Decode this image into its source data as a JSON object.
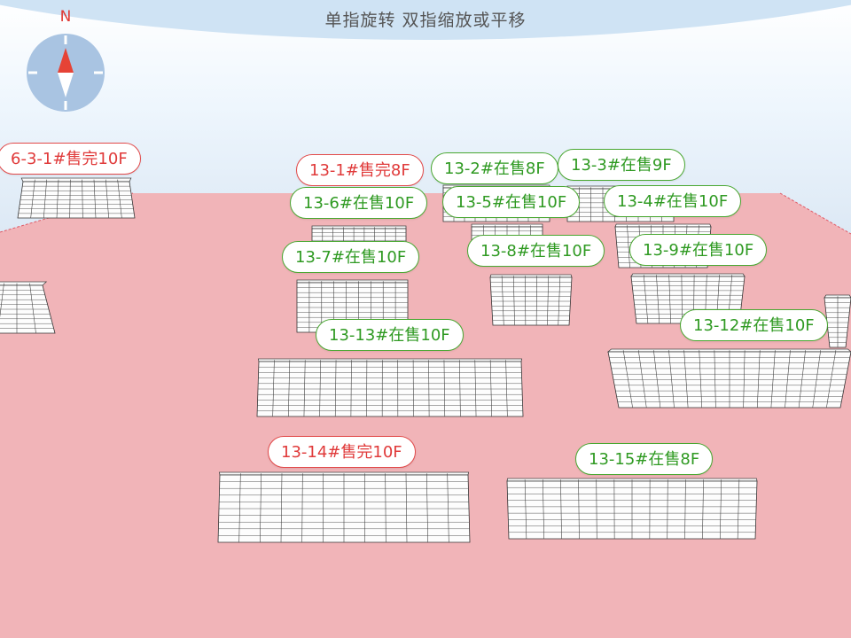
{
  "hint": "单指旋转 双指缩放或平移",
  "compass": {
    "north_label": "N"
  },
  "colors": {
    "ground": "#f1b4b8",
    "sky": "#cfe3f4",
    "on_sale": "#2f9a22",
    "sold_out": "#e03a3a"
  },
  "labels": [
    {
      "text": "6-3-1#售完10F",
      "status": "sold_out"
    },
    {
      "text": "13-1#售完8F",
      "status": "sold_out"
    },
    {
      "text": "13-2#在售8F",
      "status": "on_sale"
    },
    {
      "text": "13-3#在售9F",
      "status": "on_sale"
    },
    {
      "text": "13-6#在售10F",
      "status": "on_sale"
    },
    {
      "text": "13-5#在售10F",
      "status": "on_sale"
    },
    {
      "text": "13-4#在售10F",
      "status": "on_sale"
    },
    {
      "text": "13-7#在售10F",
      "status": "on_sale"
    },
    {
      "text": "13-8#在售10F",
      "status": "on_sale"
    },
    {
      "text": "13-9#在售10F",
      "status": "on_sale"
    },
    {
      "text": "13-13#在售10F",
      "status": "on_sale"
    },
    {
      "text": "13-12#在售10F",
      "status": "on_sale"
    },
    {
      "text": "13-14#售完10F",
      "status": "sold_out"
    },
    {
      "text": "13-15#在售8F",
      "status": "on_sale"
    }
  ]
}
